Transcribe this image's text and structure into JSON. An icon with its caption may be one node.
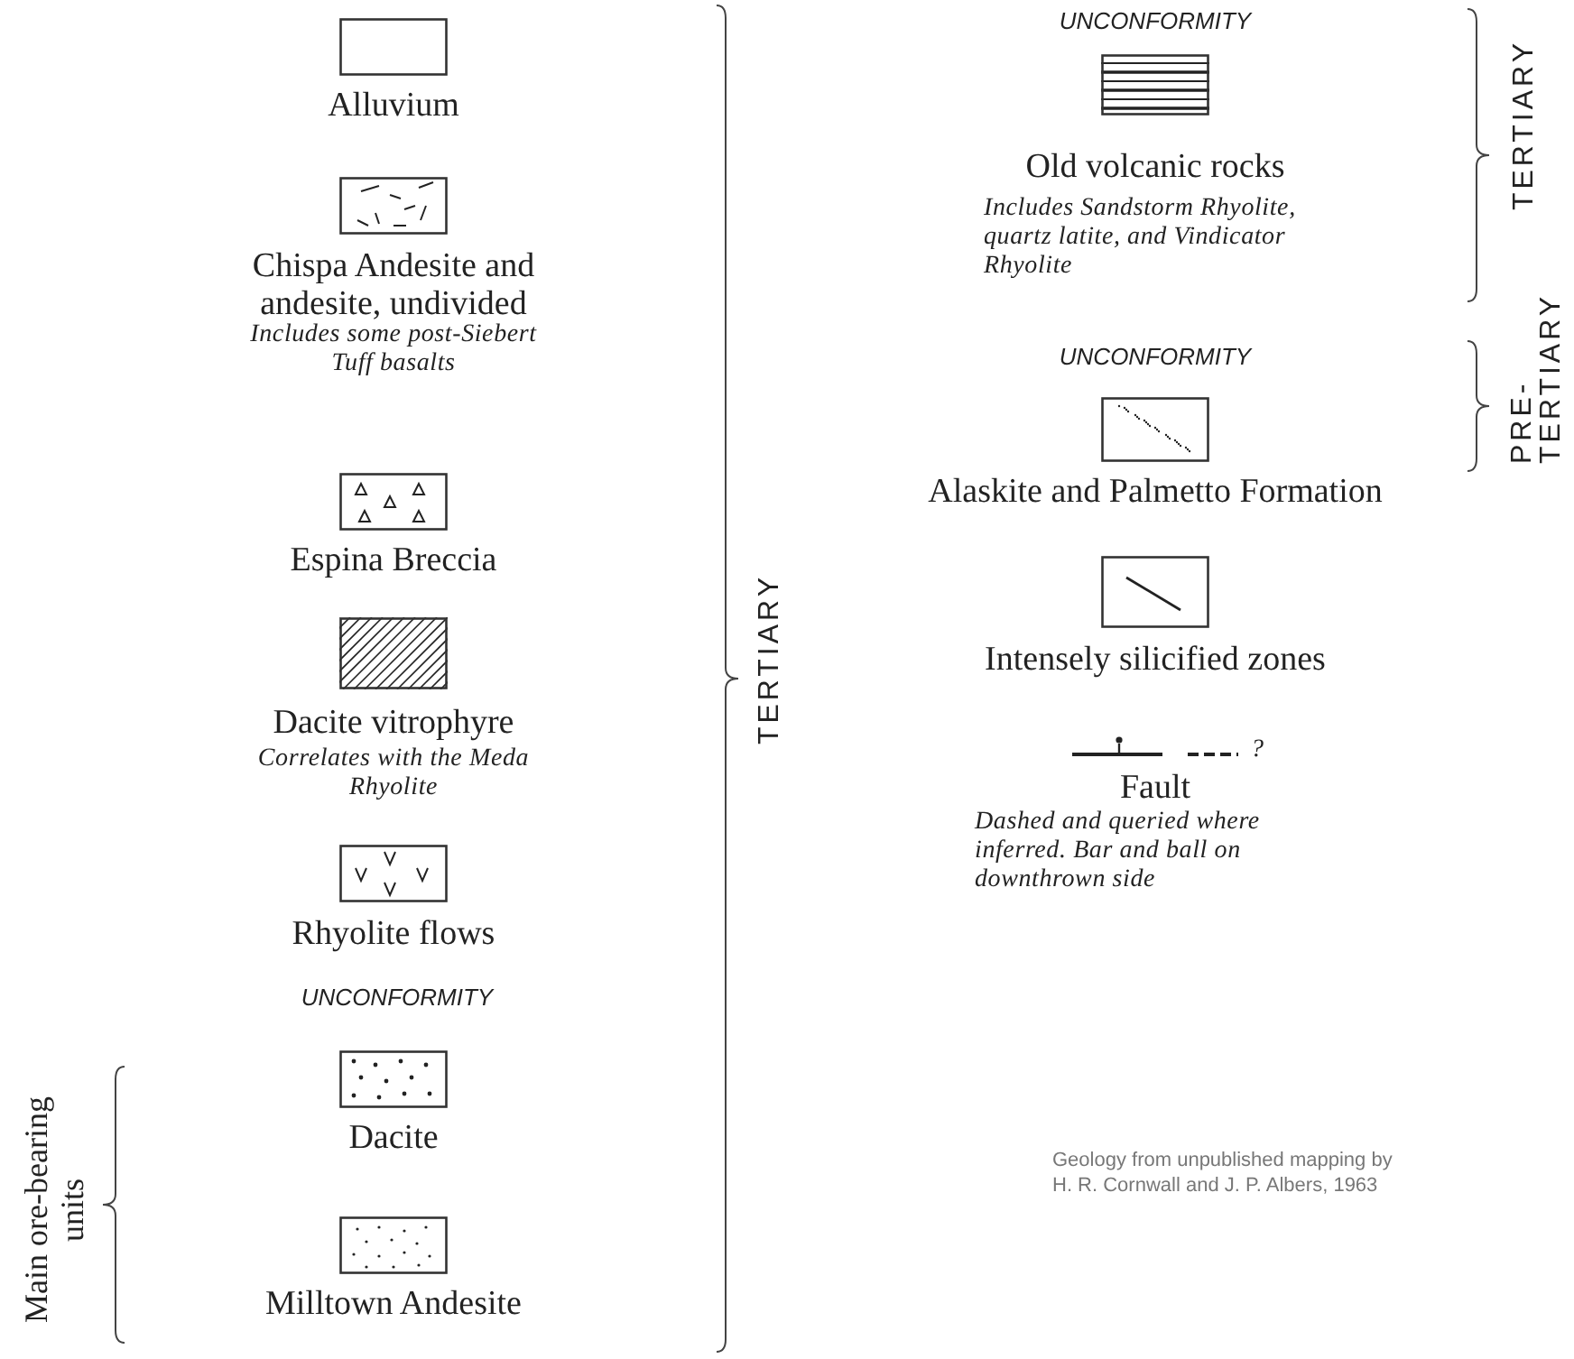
{
  "diagram": {
    "legend": [
      {
        "text": "Alluvium"
      },
      {
        "text": "Chispa Andesite and andesite, undivided"
      },
      {
        "text": "Espina Breccia"
      },
      {
        "text": "Dacite vitrophyre"
      },
      {
        "text": "Rhyolite flows"
      },
      {
        "text": "Dacite"
      },
      {
        "text": "Milltown Andesite"
      },
      {
        "text": "Old volcanic rocks"
      },
      {
        "text": "Alaskite and Palmetto Formation"
      },
      {
        "text": "Intensely silicified zones"
      },
      {
        "text": "Fault"
      }
    ],
    "labels": [
      "Includes some post-Siebert Tuff basalts",
      "Correlates with the Meda Rhyolite",
      "UNCONFORMITY",
      "Main ore-bearing units",
      "TERTIARY",
      "UNCONFORMITY",
      "Includes Sandstorm Rhyolite, quartz latite, and Vindicator Rhyolite",
      "TERTIARY",
      "UNCONFORMITY",
      "PRE-TERTIARY",
      "?",
      "Dashed and queried where inferred. Bar and ball on downthrown side",
      "Geology from unpublished mapping by H. R. Cornwall and J. P. Albers, 1963"
    ]
  }
}
